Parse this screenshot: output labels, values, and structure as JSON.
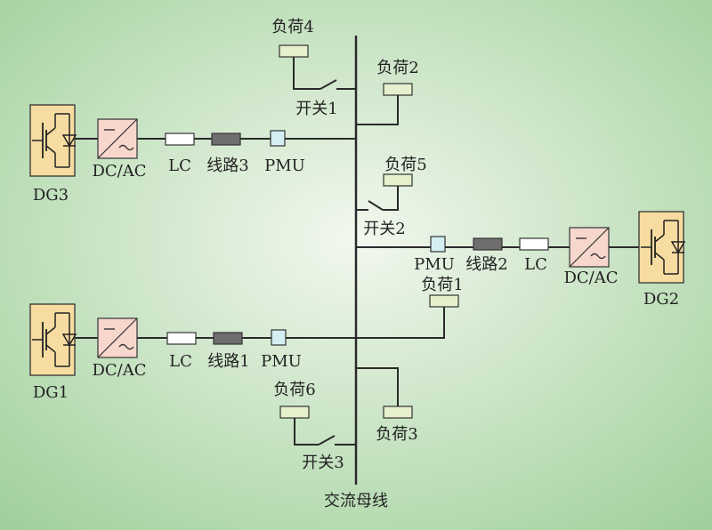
{
  "bus": {
    "label": "交流母线"
  },
  "dg": {
    "dg1": "DG1",
    "dg2": "DG2",
    "dg3": "DG3"
  },
  "converter": {
    "label": "DC/AC"
  },
  "lc": {
    "label": "LC"
  },
  "pmu": {
    "label": "PMU"
  },
  "lines": {
    "line1": "线路1",
    "line2": "线路2",
    "line3": "线路3"
  },
  "loads": {
    "load1": "负荷1",
    "load2": "负荷2",
    "load3": "负荷3",
    "load4": "负荷4",
    "load5": "负荷5",
    "load6": "负荷6"
  },
  "switches": {
    "sw1": "开关1",
    "sw2": "开关2",
    "sw3": "开关3"
  },
  "colors": {
    "bg_center": "#f2f8ee",
    "bg_edge": "#9fcf9a",
    "dg_fill": "#f6dca0",
    "converter_fill": "#f7d6cc",
    "lc_fill": "#ffffff",
    "line_fill": "#6e6e6e",
    "pmu_fill": "#d4eef2",
    "load_fill": "#e6f0cc"
  }
}
